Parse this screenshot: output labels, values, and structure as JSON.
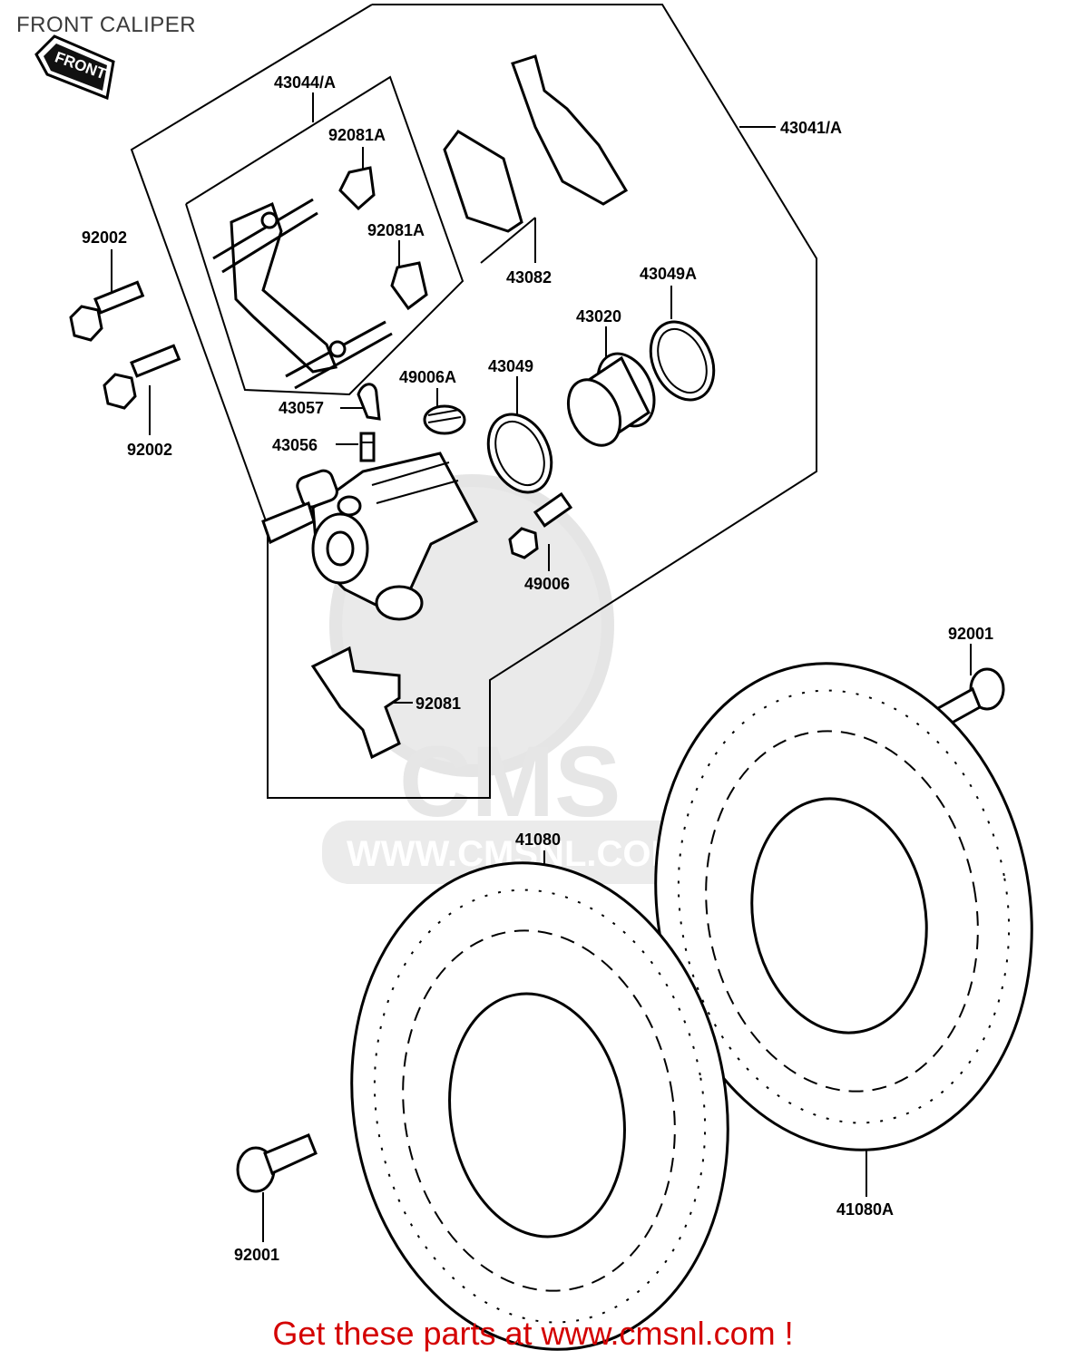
{
  "title": "FRONT CALIPER",
  "direction_tag": "FRONT",
  "watermark": {
    "badge": "CMS",
    "url": "WWW.CMSNL.COM"
  },
  "labels": {
    "p43044A": "43044/A",
    "p43041A": "43041/A",
    "p92081A_upper": "92081A",
    "p92081A_lower": "92081A",
    "p92002_upper": "92002",
    "p92002_lower": "92002",
    "p43082": "43082",
    "p43049A": "43049A",
    "p43020": "43020",
    "p43049": "43049",
    "p49006A": "49006A",
    "p43057": "43057",
    "p43056": "43056",
    "p49006": "49006",
    "p92081": "92081",
    "p92001_right": "92001",
    "p41080": "41080",
    "p41080A": "41080A",
    "p92001_left": "92001"
  },
  "footer_text": "Get these parts at www.cmsnl.com !"
}
